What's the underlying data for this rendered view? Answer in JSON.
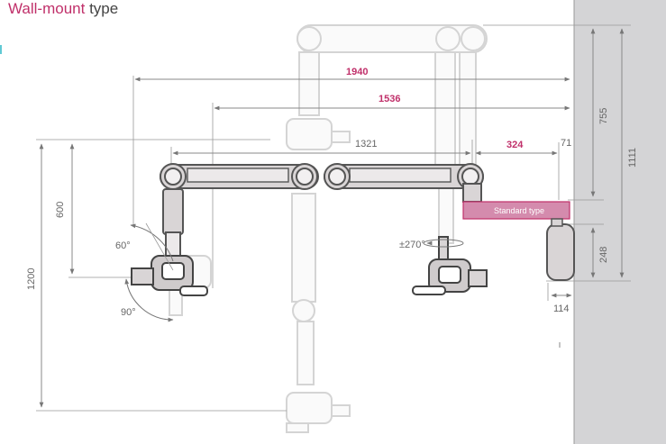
{
  "title": {
    "accent": "Wall-mount",
    "rest": " type"
  },
  "colors": {
    "accent": "#c0306a",
    "wall": "#d4d4d6",
    "arm": "#d9d5d6",
    "ghost": "#e6e6e6"
  },
  "dimensions": {
    "d1940": "1940",
    "d1536": "1536",
    "d1321": "1321",
    "d324": "324",
    "d71": "71",
    "d755": "755",
    "d1111": "1111",
    "d248": "248",
    "d114": "114",
    "d600": "600",
    "d1200": "1200"
  },
  "angles": {
    "a60": "60°",
    "a90": "90°",
    "rot": "±270°"
  },
  "bracket_label": "Standard type"
}
